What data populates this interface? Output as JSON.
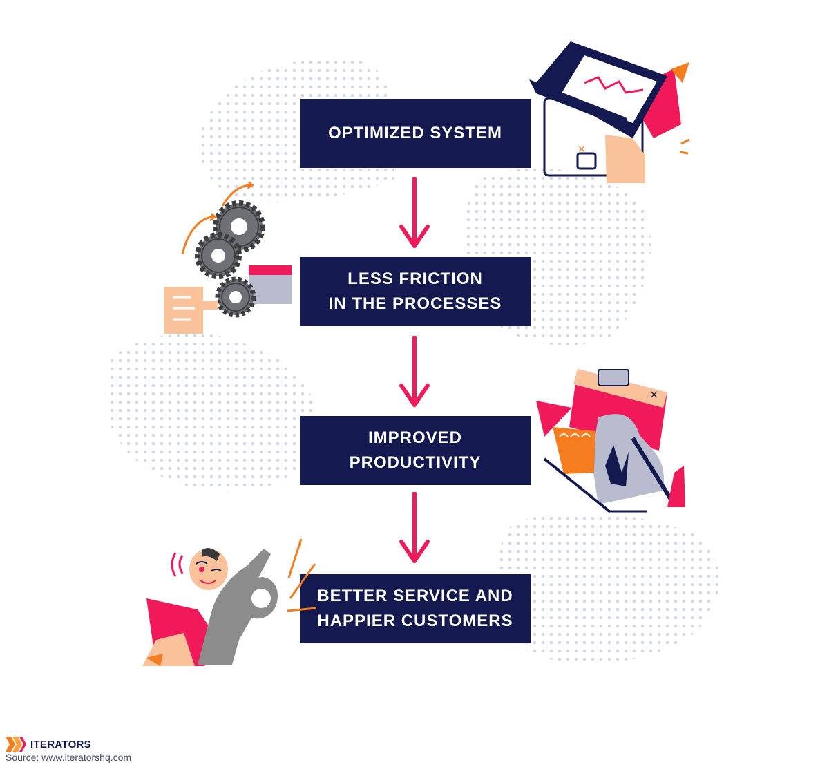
{
  "flow": {
    "steps": [
      {
        "lines": [
          "OPTIMIZED SYSTEM"
        ]
      },
      {
        "lines": [
          "LESS FRICTION",
          "IN THE PROCESSES"
        ]
      },
      {
        "lines": [
          "IMPROVED",
          "PRODUCTIVITY"
        ]
      },
      {
        "lines": [
          "BETTER SERVICE AND",
          "HAPPIER CUSTOMERS"
        ]
      }
    ]
  },
  "colors": {
    "box": "#14194f",
    "box_text": "#ffffff",
    "arrow": "#f0195a",
    "dots": "#d4d6e4",
    "accent_orange": "#f57c1f",
    "accent_peach": "#f9c29a"
  },
  "footer": {
    "logo_text": "ITERATORS",
    "source": "Source: www.iteratorshq.com"
  }
}
